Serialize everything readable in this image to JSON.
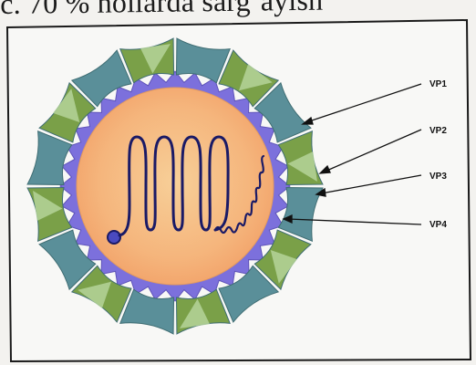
{
  "caption": {
    "text": "c. 70 % hollarda sarg‘ayish"
  },
  "labels": [
    {
      "id": "vp1",
      "text": "VP1"
    },
    {
      "id": "vp2",
      "text": "VP2"
    },
    {
      "id": "vp3",
      "text": "VP3"
    },
    {
      "id": "vp4",
      "text": "VP4"
    }
  ],
  "colors": {
    "frame_border": "#1a1a1a",
    "panel_background": "#f8f8f6",
    "vp1_capsomer": "#5a8f99",
    "vp2_capsomer": "#7aa048",
    "vp3_capsomer_light": "#b5d39a",
    "vp4_inner_layer": "#7c70dc",
    "core_fill_inner": "#f7cf98",
    "core_fill_outer": "#f2a36a",
    "genome_strand": "#1a1a66"
  },
  "icons": [
    "genome-coil-icon"
  ]
}
